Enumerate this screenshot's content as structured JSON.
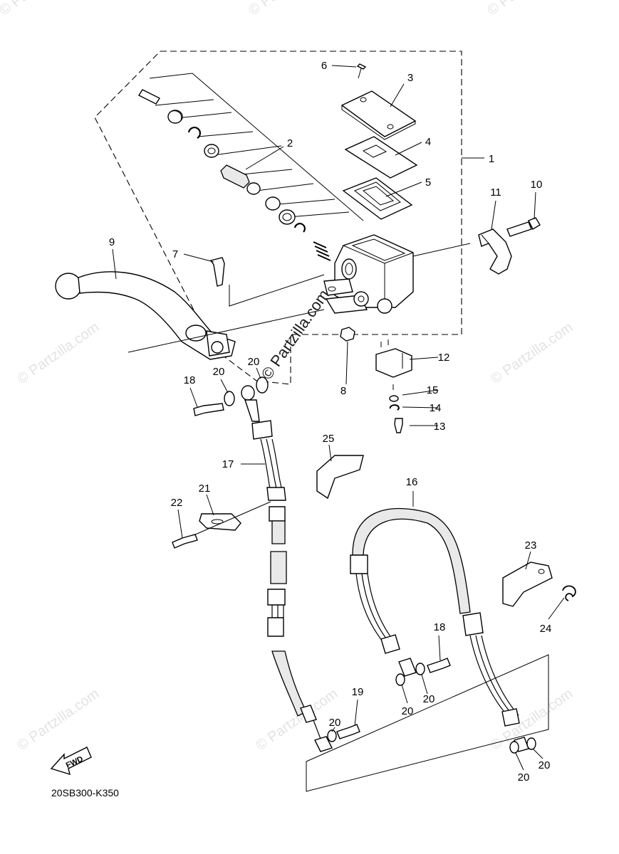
{
  "diagram_code": "20SB300-K350",
  "fwd_label": "FWD",
  "watermark_text": "© Partzilla.com",
  "watermark_center_text": "© Partzilla.com",
  "callouts": [
    {
      "id": "c1",
      "text": "1"
    },
    {
      "id": "c2",
      "text": "2"
    },
    {
      "id": "c3",
      "text": "3"
    },
    {
      "id": "c4",
      "text": "4"
    },
    {
      "id": "c5",
      "text": "5"
    },
    {
      "id": "c6",
      "text": "6"
    },
    {
      "id": "c7",
      "text": "7"
    },
    {
      "id": "c8",
      "text": "8"
    },
    {
      "id": "c9",
      "text": "9"
    },
    {
      "id": "c10",
      "text": "10"
    },
    {
      "id": "c11",
      "text": "11"
    },
    {
      "id": "c12",
      "text": "12"
    },
    {
      "id": "c13",
      "text": "13"
    },
    {
      "id": "c14",
      "text": "14"
    },
    {
      "id": "c15",
      "text": "15"
    },
    {
      "id": "c16",
      "text": "16"
    },
    {
      "id": "c17",
      "text": "17"
    },
    {
      "id": "c18a",
      "text": "18"
    },
    {
      "id": "c18b",
      "text": "18"
    },
    {
      "id": "c19",
      "text": "19"
    },
    {
      "id": "c20a",
      "text": "20"
    },
    {
      "id": "c20b",
      "text": "20"
    },
    {
      "id": "c20c",
      "text": "20"
    },
    {
      "id": "c20d",
      "text": "20"
    },
    {
      "id": "c20e",
      "text": "20"
    },
    {
      "id": "c20f",
      "text": "20"
    },
    {
      "id": "c20g",
      "text": "20"
    },
    {
      "id": "c21",
      "text": "21"
    },
    {
      "id": "c22",
      "text": "22"
    },
    {
      "id": "c23",
      "text": "23"
    },
    {
      "id": "c24",
      "text": "24"
    },
    {
      "id": "c25",
      "text": "25"
    }
  ]
}
